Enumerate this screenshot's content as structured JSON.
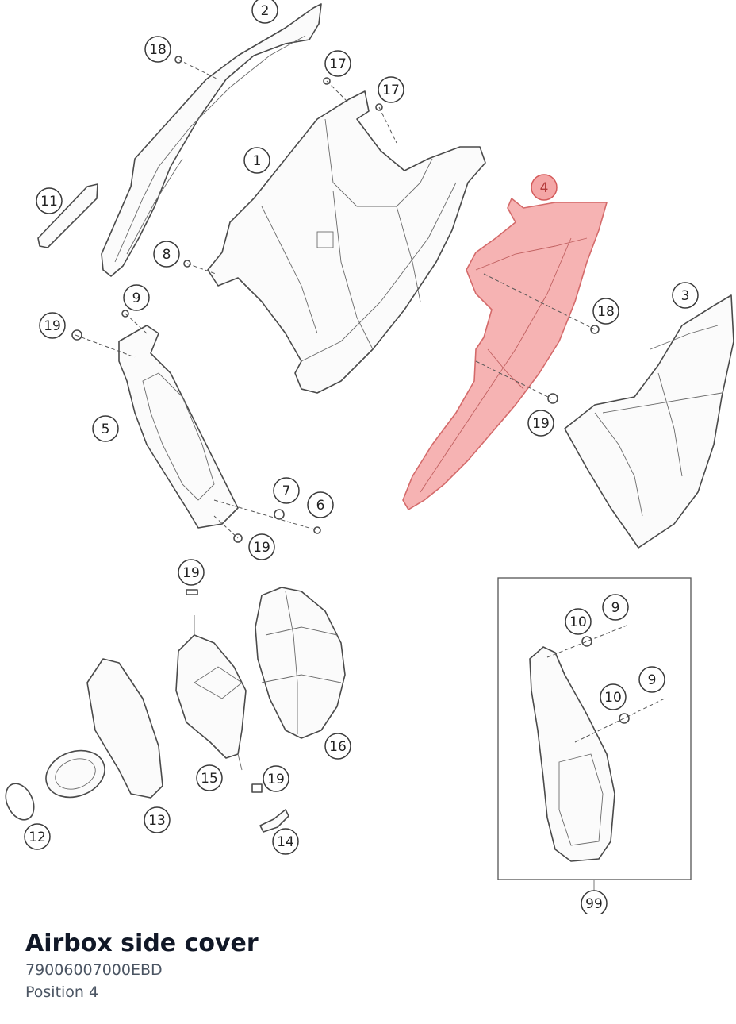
{
  "part": {
    "title": "Airbox side cover",
    "number": "79006007000EBD",
    "position": "Position 4"
  },
  "highlight_color": "#f4a6a6",
  "diagram": {
    "callouts": [
      {
        "label": "1",
        "highlight": false
      },
      {
        "label": "2",
        "highlight": false
      },
      {
        "label": "3",
        "highlight": false
      },
      {
        "label": "4",
        "highlight": true
      },
      {
        "label": "5",
        "highlight": false
      },
      {
        "label": "6",
        "highlight": false
      },
      {
        "label": "7",
        "highlight": false
      },
      {
        "label": "8",
        "highlight": false
      },
      {
        "label": "9",
        "highlight": false
      },
      {
        "label": "9",
        "highlight": false
      },
      {
        "label": "9",
        "highlight": false
      },
      {
        "label": "10",
        "highlight": false
      },
      {
        "label": "10",
        "highlight": false
      },
      {
        "label": "11",
        "highlight": false
      },
      {
        "label": "12",
        "highlight": false
      },
      {
        "label": "13",
        "highlight": false
      },
      {
        "label": "14",
        "highlight": false
      },
      {
        "label": "15",
        "highlight": false
      },
      {
        "label": "16",
        "highlight": false
      },
      {
        "label": "17",
        "highlight": false
      },
      {
        "label": "17",
        "highlight": false
      },
      {
        "label": "18",
        "highlight": false
      },
      {
        "label": "18",
        "highlight": false
      },
      {
        "label": "19",
        "highlight": false
      },
      {
        "label": "19",
        "highlight": false
      },
      {
        "label": "19",
        "highlight": false
      },
      {
        "label": "19",
        "highlight": false
      },
      {
        "label": "19",
        "highlight": false
      },
      {
        "label": "99",
        "highlight": false
      }
    ]
  }
}
